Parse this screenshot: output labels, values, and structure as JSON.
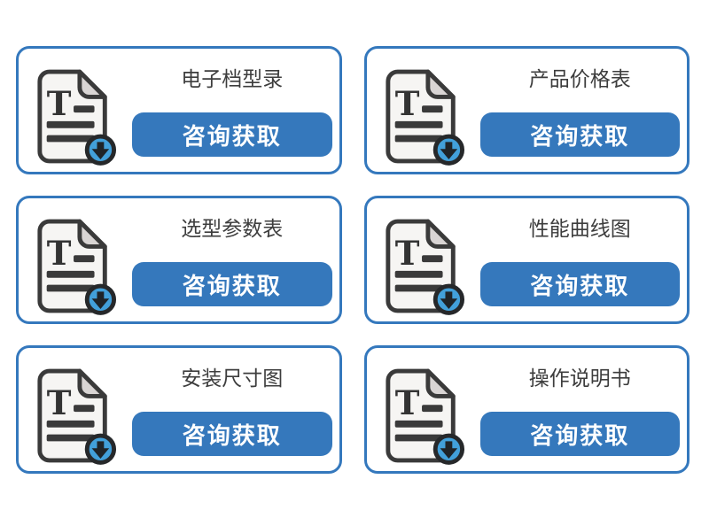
{
  "page": {
    "background": "#ffffff"
  },
  "colors": {
    "card_border": "#3478bd",
    "button_bg": "#3578bc",
    "button_text": "#ffffff",
    "title_text": "#3d3d3d",
    "badge_blue": "#42a0da",
    "icon_stroke": "#3a3a3a",
    "page_fill": "#f6f5f3",
    "fold_fill": "#d9d5d4"
  },
  "icon": {
    "name": "document-download-icon",
    "letter": "T"
  },
  "cards": [
    {
      "title": "电子档型录",
      "button_label": "咨询获取"
    },
    {
      "title": "产品价格表",
      "button_label": "咨询获取"
    },
    {
      "title": "选型参数表",
      "button_label": "咨询获取"
    },
    {
      "title": "性能曲线图",
      "button_label": "咨询获取"
    },
    {
      "title": "安装尺寸图",
      "button_label": "咨询获取"
    },
    {
      "title": "操作说明书",
      "button_label": "咨询获取"
    }
  ]
}
